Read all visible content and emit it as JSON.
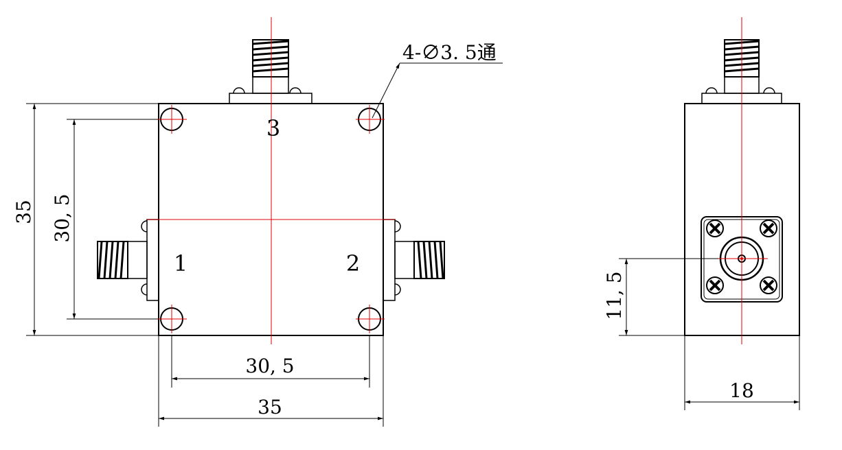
{
  "front_view": {
    "port_labels": [
      "1",
      "2",
      "3"
    ],
    "dim_height_outer": "35",
    "dim_height_holes": "30, 5",
    "dim_width_holes": "30, 5",
    "dim_width_outer": "35",
    "hole_callout": "4-∅3. 5通"
  },
  "side_view": {
    "dim_connector_height": "11, 5",
    "dim_width": "18"
  },
  "colors": {
    "line": "#000000",
    "centerline": "#e00000"
  }
}
